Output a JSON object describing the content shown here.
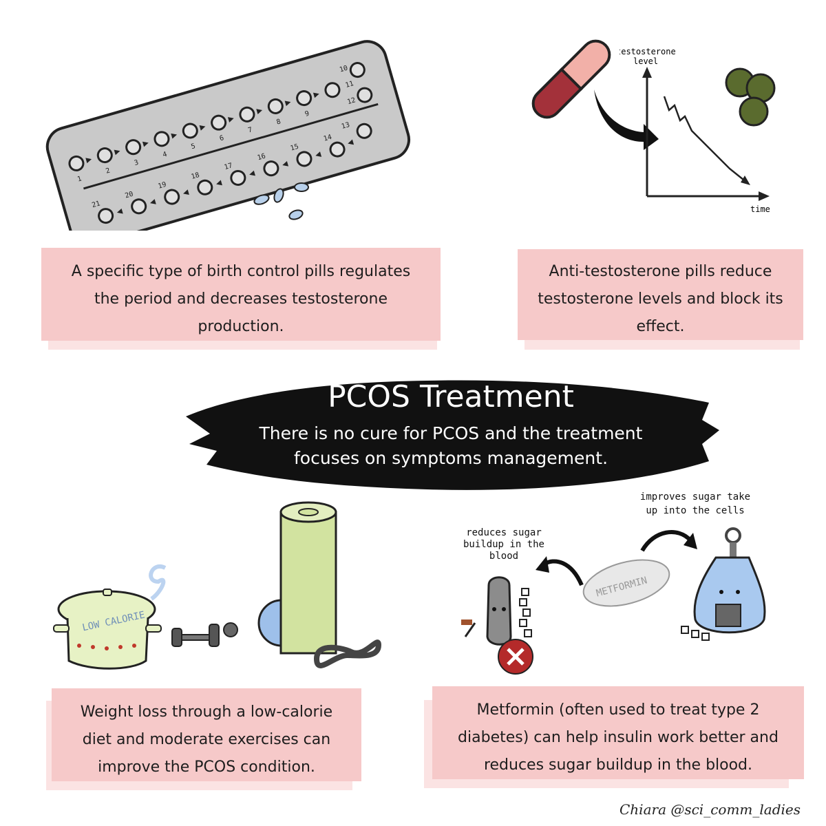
{
  "title": "PCOS Treatment",
  "subtitle_line1": "There is no cure for PCOS and the treatment",
  "subtitle_line2": "focuses on symptoms management.",
  "cards": {
    "birth_control": {
      "line1": "A specific type of birth control pills regulates",
      "line2": "the period and decreases testosterone",
      "line3": "production."
    },
    "anti_testosterone": {
      "line1": "Anti-testosterone pills reduce",
      "line2": "testosterone levels and block its",
      "line3": "effect."
    },
    "weight_loss": {
      "line1": "Weight loss through a low-calorie",
      "line2": "diet and moderate exercises can",
      "line3": "improve the PCOS condition."
    },
    "metformin": {
      "line1": "Metformin (often used to treat type 2",
      "line2": "diabetes) can help insulin work better and",
      "line3": "reduces sugar buildup in the blood."
    }
  },
  "graph": {
    "ylabel_line1": "testosterone",
    "ylabel_line2": "level",
    "xlabel": "time"
  },
  "pill_pack_numbers": [
    "1",
    "2",
    "3",
    "4",
    "5",
    "6",
    "7",
    "8",
    "9",
    "10",
    "11",
    "12",
    "13",
    "14",
    "15",
    "16",
    "17",
    "18",
    "19",
    "20",
    "21"
  ],
  "pot_label": "LOW CALORIE",
  "metformin_label": "METFORMIN",
  "annotations": {
    "left_line1": "reduces sugar",
    "left_line2": "buildup in the",
    "left_line3": "blood",
    "right_line1": "improves sugar take",
    "right_line2": "up into the cells"
  },
  "signature": "Chiara @sci_comm_ladies",
  "icons": [
    "pill-pack-icon",
    "capsule-icon",
    "green-pills-icon",
    "pot-icon",
    "dumbbell-icon",
    "ball-icon",
    "yoga-mat-icon",
    "band-icon",
    "metformin-tablet-icon",
    "blood-cell-icon",
    "cell-icon",
    "cross-icon"
  ],
  "colors": {
    "card_pink": "#f6c9c9",
    "pill_pack": "#c8c8c8",
    "capsule_red": "#a3313a",
    "capsule_pink": "#f2b0a8",
    "green_pill": "#5a6b2e",
    "ball_blue": "#9ec0ea",
    "mat_green": "#d2e3a0",
    "cell_blue": "#a9c9ef"
  }
}
